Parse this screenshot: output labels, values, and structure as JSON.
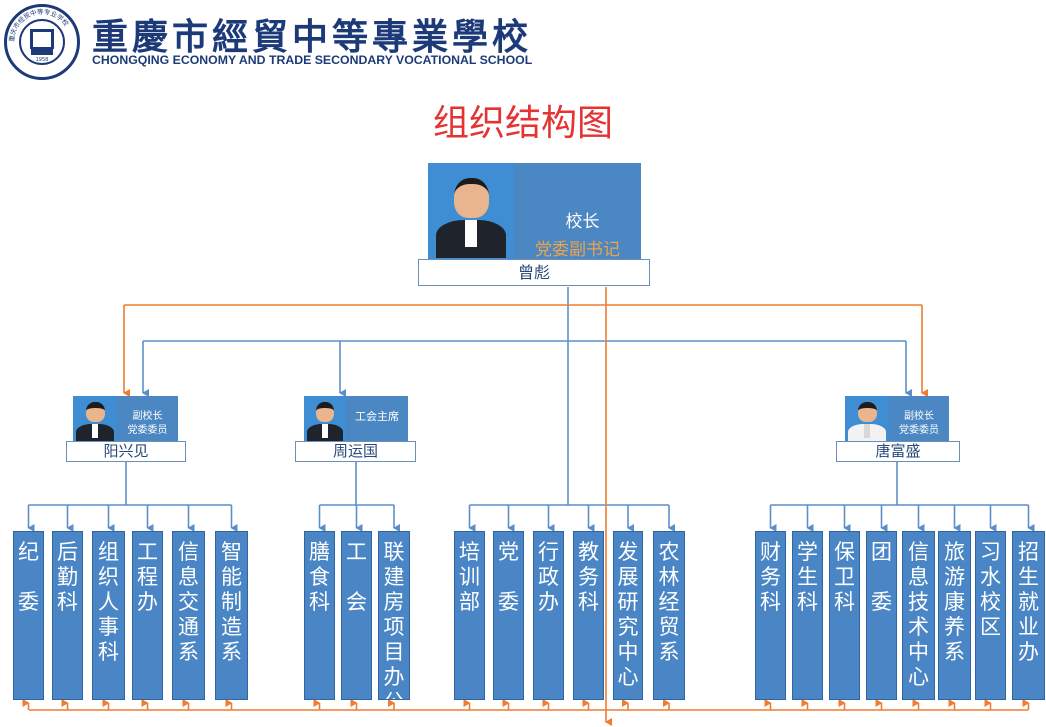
{
  "header": {
    "school_name_cn": "重慶市經貿中等專業學校",
    "school_name_en": "CHONGQING ECONOMY AND TRADE SECONDARY VOCATIONAL SCHOOL",
    "seal_year": "1958",
    "seal_ring_text": "重庆市经贸中等专业学校"
  },
  "title": "组织结构图",
  "principal": {
    "title": "校长",
    "subtitle": "党委副书记",
    "name": "曾彪"
  },
  "vice_left": {
    "title1": "副校长",
    "title2": "党委委员",
    "name": "阳兴见"
  },
  "union_chair": {
    "title1": "工会主席",
    "name": "周运国"
  },
  "vice_right": {
    "title1": "副校长",
    "title2": "党委委员",
    "name": "唐富盛"
  },
  "departments": [
    {
      "label": "纪\n\n委"
    },
    {
      "label": "后\n勤\n科"
    },
    {
      "label": "组\n织\n人\n事\n科"
    },
    {
      "label": "工\n程\n办"
    },
    {
      "label": "信\n息\n交\n通\n系"
    },
    {
      "label": "智\n能\n制\n造\n系"
    },
    {
      "label": "膳\n食\n科"
    },
    {
      "label": "工\n\n会"
    },
    {
      "label": "联\n建\n房\n项\n目\n办\n公\n室"
    },
    {
      "label": "培\n训\n部"
    },
    {
      "label": "党\n\n委"
    },
    {
      "label": "行\n政\n办"
    },
    {
      "label": "教\n务\n科"
    },
    {
      "label": "发\n展\n研\n究\n中\n心"
    },
    {
      "label": "农\n林\n经\n贸\n系"
    },
    {
      "label": "财\n务\n科"
    },
    {
      "label": "学\n生\n科"
    },
    {
      "label": "保\n卫\n科"
    },
    {
      "label": "团\n\n委"
    },
    {
      "label": "信\n息\n技\n术\n中\n心"
    },
    {
      "label": "旅\n游\n康\n养\n系"
    },
    {
      "label": "习\n水\n校\n区"
    },
    {
      "label": "招\n生\n就\n业\n办"
    }
  ],
  "colors": {
    "blue_line": "#5b8fc9",
    "orange_line": "#ed7d31",
    "box_blue": "#4a86c5",
    "title_red": "#e53232"
  }
}
